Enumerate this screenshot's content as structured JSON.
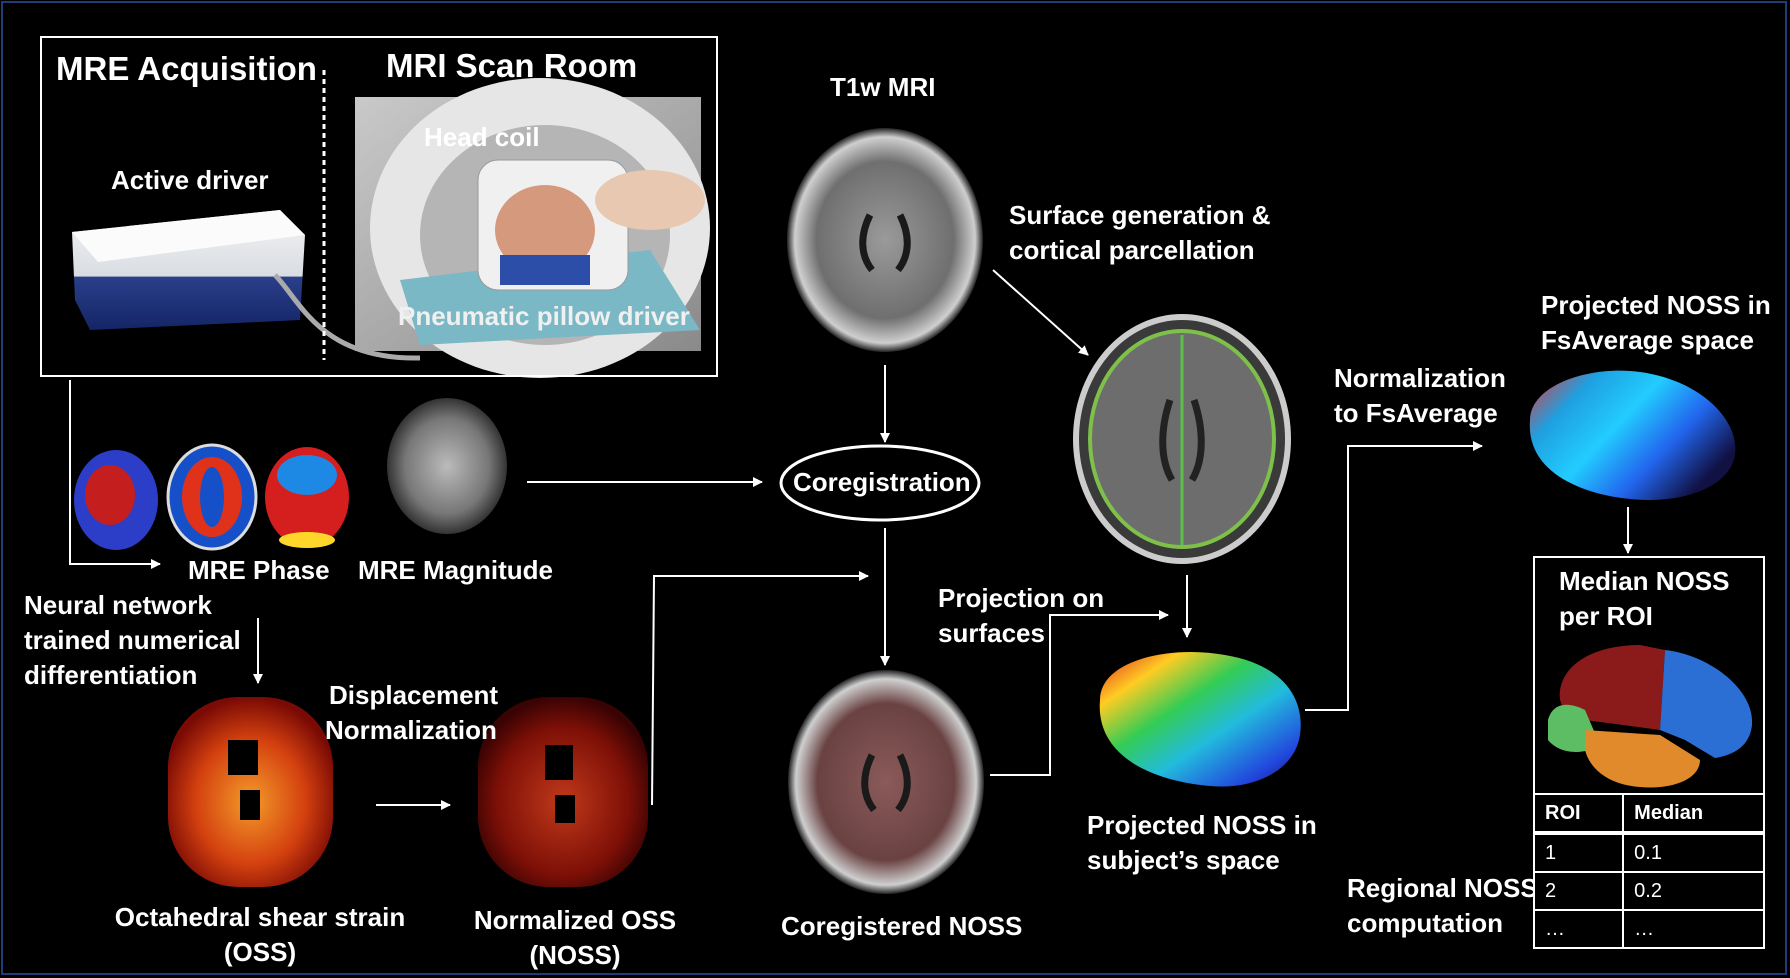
{
  "acquisition": {
    "title": "MRE Acquisition",
    "room_title": "MRI Scan Room",
    "active_driver": "Active driver",
    "head_coil": "Head coil",
    "pneumatic": "Pneumatic pillow driver"
  },
  "labels": {
    "t1w": "T1w MRI",
    "surface_1": "Surface generation &",
    "surface_2": "cortical parcellation",
    "coregistration": "Coregistration",
    "mre_phase": "MRE Phase",
    "mre_magnitude": "MRE Magnitude",
    "nn_1": "Neural network",
    "nn_2": "trained numerical",
    "nn_3": "differentiation",
    "disp_1": "Displacement",
    "disp_2": "Normalization",
    "oss_1": "Octahedral shear strain",
    "oss_2": "(OSS)",
    "noss_1": "Normalized OSS",
    "noss_2": "(NOSS)",
    "coreg_noss": "Coregistered NOSS",
    "proj_1": "Projection on",
    "proj_2": "surfaces",
    "subj_1": "Projected NOSS in",
    "subj_2": "subject’s space",
    "norm_1": "Normalization",
    "norm_2": "to FsAverage",
    "fsavg_1": "Projected NOSS in",
    "fsavg_2": "FsAverage space",
    "median_1": "Median NOSS",
    "median_2": "per ROI",
    "regional_1": "Regional NOSS",
    "regional_2": "computation"
  },
  "roi_table": {
    "headers": [
      "ROI",
      "Median"
    ],
    "rows": [
      [
        "1",
        "0.1"
      ],
      [
        "2",
        "0.2"
      ],
      [
        "…",
        "…"
      ]
    ]
  },
  "colors": {
    "background": "#000000",
    "frame": "#1f3c78",
    "arrow": "#ffffff"
  }
}
